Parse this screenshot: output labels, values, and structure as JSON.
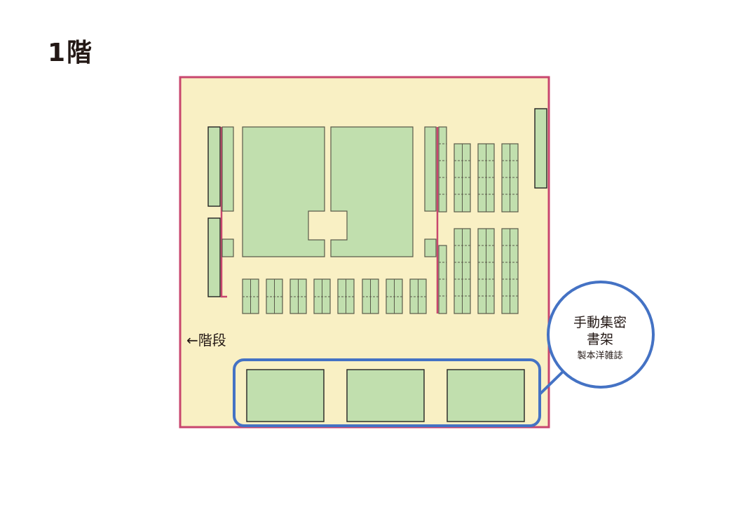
{
  "floor": {
    "title": "1階"
  },
  "labels": {
    "stairs": "←階段"
  },
  "callout": {
    "line1": "手動集密",
    "line2": "書架",
    "line3": "製本洋雑誌"
  },
  "colors": {
    "floor_fill": "#f9f0c4",
    "wall": "#c8466e",
    "shelf": "#c1dfae",
    "highlight": "#4472c4"
  }
}
